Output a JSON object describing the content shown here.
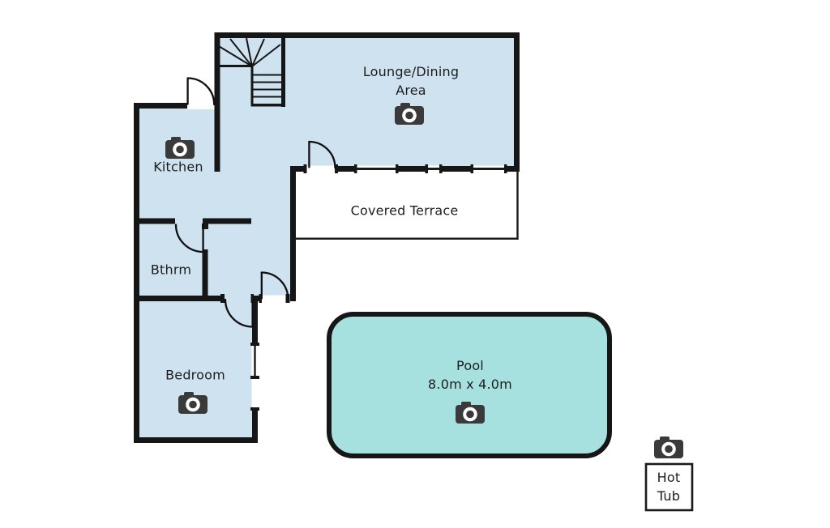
{
  "floorplan": {
    "rooms": {
      "lounge": {
        "label": "Lounge/Dining Area"
      },
      "kitchen": {
        "label": "Kitchen"
      },
      "terrace": {
        "label": "Covered Terrace"
      },
      "bathroom": {
        "label": "Bthrm"
      },
      "bedroom": {
        "label": "Bedroom"
      }
    },
    "pool": {
      "label": "Pool",
      "size": "8.0m x 4.0m"
    },
    "hot_tub": {
      "label": "Hot Tub"
    },
    "photo_hotspots": [
      "lounge",
      "kitchen",
      "bedroom",
      "pool",
      "hot-tub"
    ],
    "icon": "camera-icon",
    "colors": {
      "room_fill": "#cfe2f0",
      "pool_fill": "#a6e1e0",
      "wall": "#161616",
      "camera": "#3a3a3a",
      "text": "#1d1d1d",
      "background": "#ffffff"
    }
  }
}
